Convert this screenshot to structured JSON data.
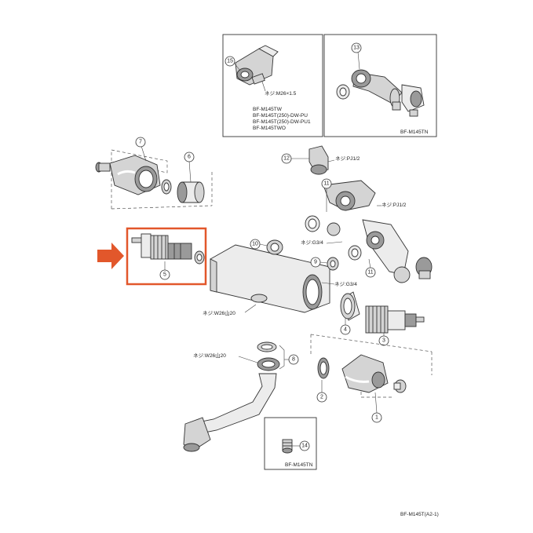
{
  "callouts": [
    {
      "n": "1"
    },
    {
      "n": "2"
    },
    {
      "n": "3"
    },
    {
      "n": "4"
    },
    {
      "n": "5"
    },
    {
      "n": "6"
    },
    {
      "n": "7"
    },
    {
      "n": "8"
    },
    {
      "n": "9"
    },
    {
      "n": "10"
    },
    {
      "n": "11"
    },
    {
      "n": "12"
    },
    {
      "n": "13"
    },
    {
      "n": "14"
    },
    {
      "n": "15"
    },
    {
      "n": "11"
    }
  ],
  "notes": {
    "m26_15": "ネジ:M26×1.5",
    "pj12_top": "ネジ:PJ1/2",
    "pj12_right": "ネジ:PJ1/2",
    "g34_upper": "ネジ:G3/4",
    "g34_lower": "ネジ:G3/4",
    "w26_upper": "ネジ:W26山20",
    "w26_lower": "ネジ:W26山20"
  },
  "models_box15": [
    "BF-M145TW",
    "BF-M145T(250)-DW-PU",
    "BF-M145T(250)-DW-PU1",
    "BF-M145TWO"
  ],
  "model_box13": "BF-M145TN",
  "model_box14": "BF-M145TN",
  "footer_code": "BF-M145T(A2-1)",
  "colors": {
    "highlight": "#e2572b",
    "arrow": "#e2572b",
    "line": "#333333"
  }
}
